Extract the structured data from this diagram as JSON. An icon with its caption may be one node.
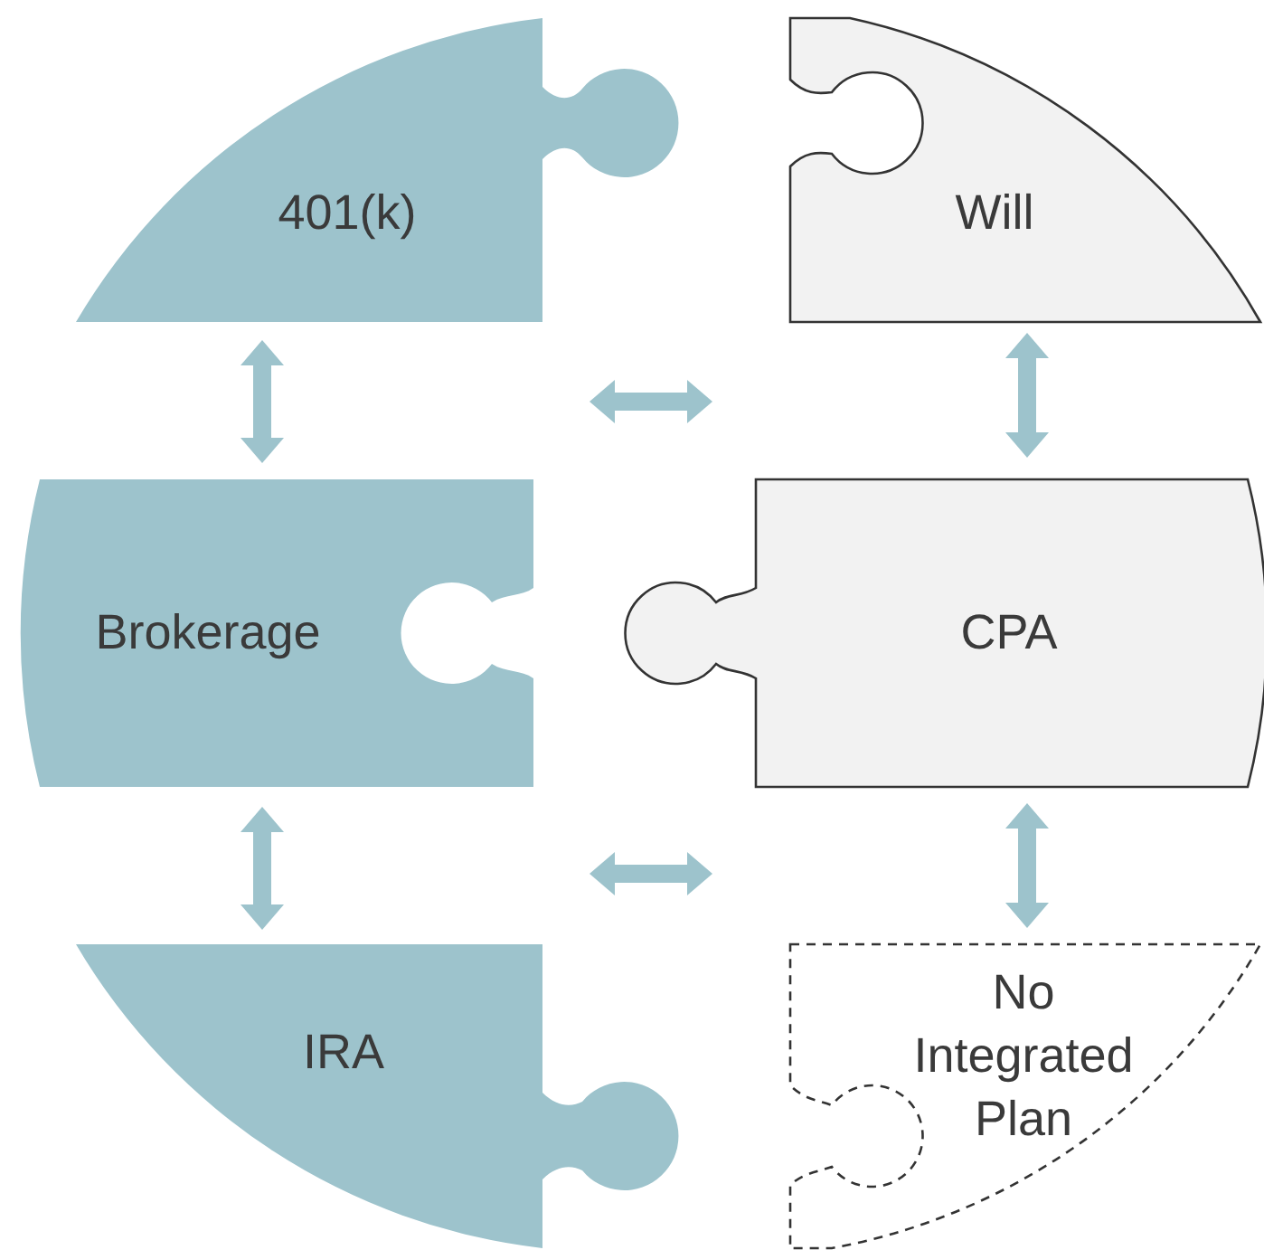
{
  "diagram": {
    "nodes": [
      {
        "text": [
          "401(k)"
        ]
      },
      {
        "text": [
          "Will"
        ]
      },
      {
        "text": [
          "Brokerage"
        ]
      },
      {
        "text": [
          "CPA"
        ]
      },
      {
        "text": [
          "IRA"
        ]
      },
      {
        "text": [
          "No Integrated Plan"
        ]
      }
    ],
    "edges": [
      {
        "from": 0,
        "to": 2,
        "arrow": "both"
      },
      {
        "from": 1,
        "to": 3,
        "arrow": "both"
      },
      {
        "from": 2,
        "to": 4,
        "arrow": "both"
      },
      {
        "from": 3,
        "to": 5,
        "arrow": "both"
      }
    ]
  }
}
